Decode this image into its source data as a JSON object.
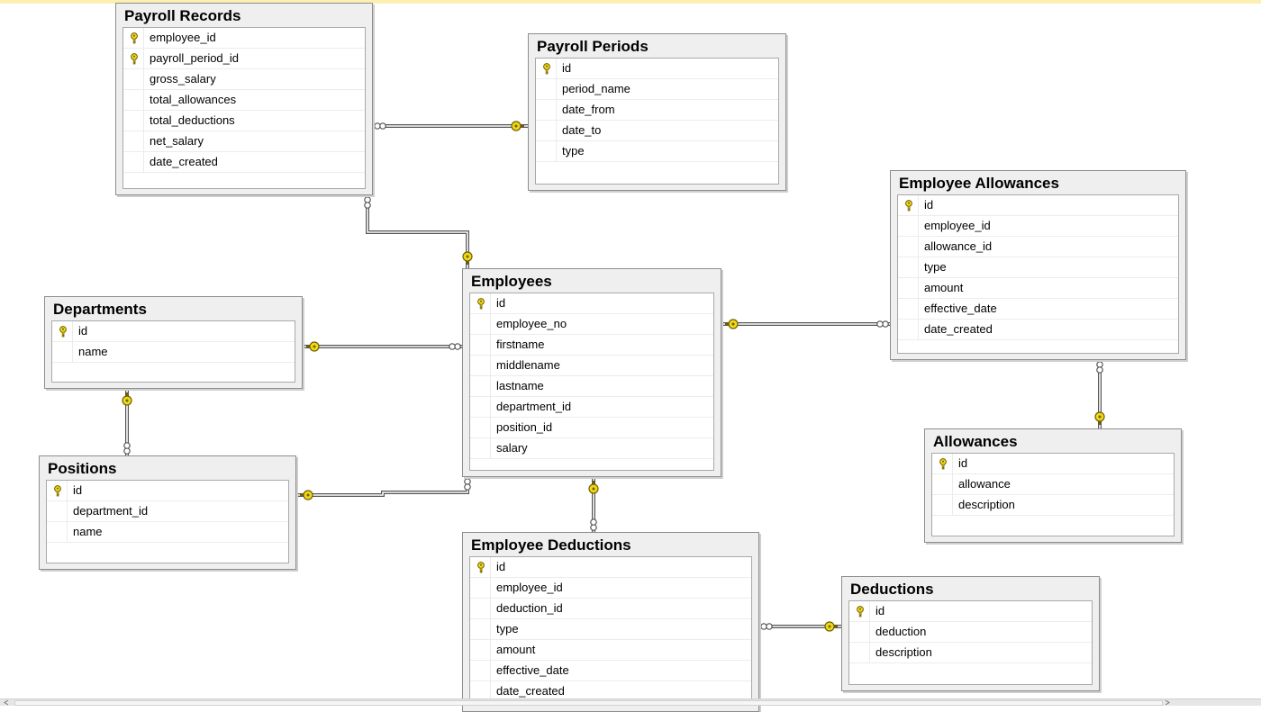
{
  "colors": {
    "key": "#f0d818",
    "key_outline": "#6f5f00",
    "link": "#555555",
    "top_strip": "#fbefb4"
  },
  "key_icon": "primary-key-icon",
  "tables": [
    {
      "id": "payroll_records",
      "title": "Payroll Records",
      "columns": [
        {
          "name": "employee_id",
          "key": true
        },
        {
          "name": "payroll_period_id",
          "key": true
        },
        {
          "name": "gross_salary",
          "key": false
        },
        {
          "name": "total_allowances",
          "key": false
        },
        {
          "name": "total_deductions",
          "key": false
        },
        {
          "name": "net_salary",
          "key": false
        },
        {
          "name": "date_created",
          "key": false
        }
      ]
    },
    {
      "id": "payroll_periods",
      "title": "Payroll Periods",
      "columns": [
        {
          "name": "id",
          "key": true
        },
        {
          "name": "period_name",
          "key": false
        },
        {
          "name": "date_from",
          "key": false
        },
        {
          "name": "date_to",
          "key": false
        },
        {
          "name": "type",
          "key": false
        }
      ]
    },
    {
      "id": "employee_allowances",
      "title": "Employee Allowances",
      "columns": [
        {
          "name": "id",
          "key": true
        },
        {
          "name": "employee_id",
          "key": false
        },
        {
          "name": "allowance_id",
          "key": false
        },
        {
          "name": "type",
          "key": false
        },
        {
          "name": "amount",
          "key": false
        },
        {
          "name": "effective_date",
          "key": false
        },
        {
          "name": "date_created",
          "key": false
        }
      ]
    },
    {
      "id": "departments",
      "title": "Departments",
      "columns": [
        {
          "name": "id",
          "key": true
        },
        {
          "name": "name",
          "key": false
        }
      ]
    },
    {
      "id": "employees",
      "title": "Employees",
      "columns": [
        {
          "name": "id",
          "key": true
        },
        {
          "name": "employee_no",
          "key": false
        },
        {
          "name": "firstname",
          "key": false
        },
        {
          "name": "middlename",
          "key": false
        },
        {
          "name": "lastname",
          "key": false
        },
        {
          "name": "department_id",
          "key": false
        },
        {
          "name": "position_id",
          "key": false
        },
        {
          "name": "salary",
          "key": false
        }
      ]
    },
    {
      "id": "allowances",
      "title": "Allowances",
      "columns": [
        {
          "name": "id",
          "key": true
        },
        {
          "name": "allowance",
          "key": false
        },
        {
          "name": "description",
          "key": false
        }
      ]
    },
    {
      "id": "positions",
      "title": "Positions",
      "columns": [
        {
          "name": "id",
          "key": true
        },
        {
          "name": "department_id",
          "key": false
        },
        {
          "name": "name",
          "key": false
        }
      ]
    },
    {
      "id": "employee_deductions",
      "title": "Employee Deductions",
      "columns": [
        {
          "name": "id",
          "key": true
        },
        {
          "name": "employee_id",
          "key": false
        },
        {
          "name": "deduction_id",
          "key": false
        },
        {
          "name": "type",
          "key": false
        },
        {
          "name": "amount",
          "key": false
        },
        {
          "name": "effective_date",
          "key": false
        },
        {
          "name": "date_created",
          "key": false
        }
      ]
    },
    {
      "id": "deductions",
      "title": "Deductions",
      "columns": [
        {
          "name": "id",
          "key": true
        },
        {
          "name": "deduction",
          "key": false
        },
        {
          "name": "description",
          "key": false
        }
      ]
    }
  ],
  "relationships": [
    {
      "many": "payroll_records",
      "one": "payroll_periods"
    },
    {
      "many": "payroll_records",
      "one": "employees"
    },
    {
      "many": "employees",
      "one": "departments"
    },
    {
      "many": "employee_allowances",
      "one": "employees"
    },
    {
      "many": "employee_allowances",
      "one": "allowances"
    },
    {
      "many": "positions",
      "one": "departments"
    },
    {
      "many": "employees",
      "one": "positions"
    },
    {
      "many": "employee_deductions",
      "one": "employees"
    },
    {
      "many": "employee_deductions",
      "one": "deductions"
    }
  ]
}
